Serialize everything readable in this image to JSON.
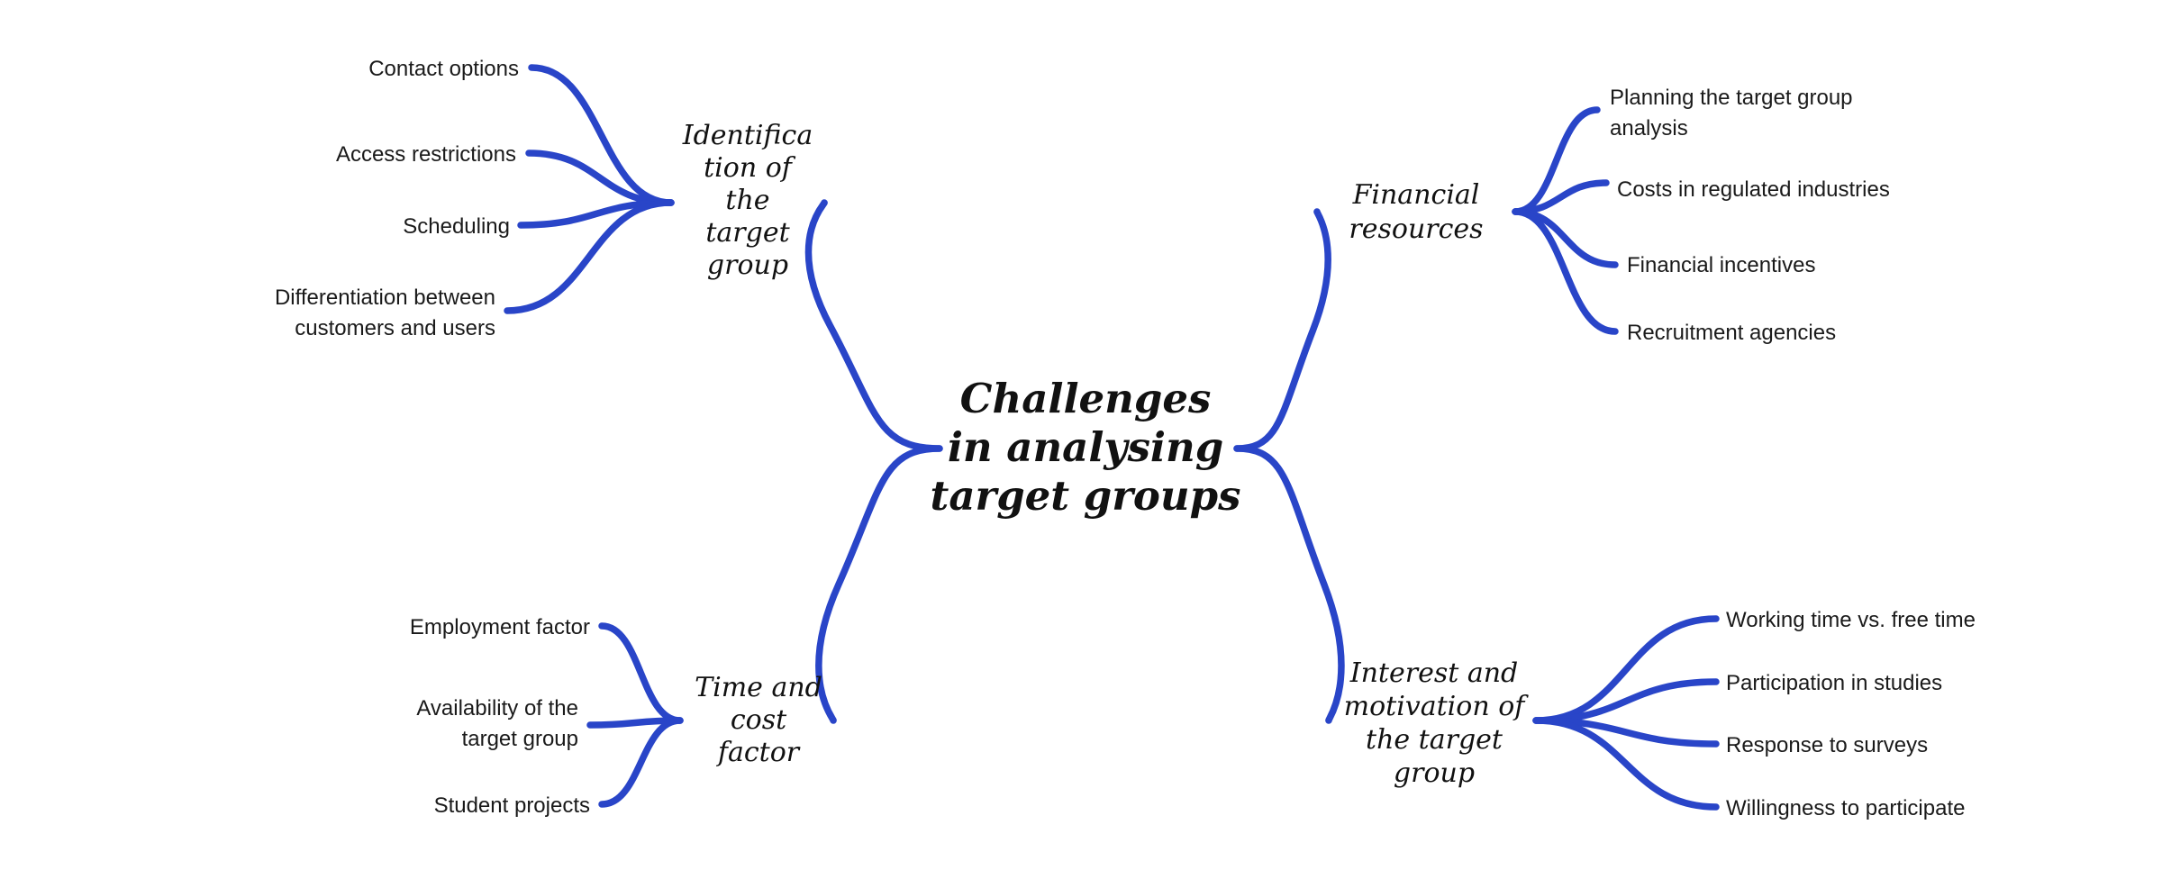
{
  "colors": {
    "line": "#2945c8",
    "text": "#111111",
    "background": "#ffffff"
  },
  "center": {
    "title_lines": [
      "Challenges",
      "in analysing",
      "target groups"
    ]
  },
  "branches": [
    {
      "id": "identification",
      "title_lines": [
        "Identifica",
        "tion of",
        "the",
        "target",
        "group"
      ],
      "leaves": [
        {
          "lines": [
            "Contact options"
          ]
        },
        {
          "lines": [
            "Access restrictions"
          ]
        },
        {
          "lines": [
            "Scheduling"
          ]
        },
        {
          "lines": [
            "Differentiation between",
            "customers and users"
          ]
        }
      ]
    },
    {
      "id": "time-cost",
      "title_lines": [
        "Time and",
        "cost",
        "factor"
      ],
      "leaves": [
        {
          "lines": [
            "Employment factor"
          ]
        },
        {
          "lines": [
            "Availability of the",
            "target group"
          ]
        },
        {
          "lines": [
            "Student projects"
          ]
        }
      ]
    },
    {
      "id": "financial",
      "title_lines": [
        "Financial",
        "resources"
      ],
      "leaves": [
        {
          "lines": [
            "Planning the target group",
            "analysis"
          ]
        },
        {
          "lines": [
            "Costs in regulated industries"
          ]
        },
        {
          "lines": [
            "Financial incentives"
          ]
        },
        {
          "lines": [
            "Recruitment agencies"
          ]
        }
      ]
    },
    {
      "id": "interest",
      "title_lines": [
        "Interest and",
        "motivation of",
        "the target",
        "group"
      ],
      "leaves": [
        {
          "lines": [
            "Working time vs. free time"
          ]
        },
        {
          "lines": [
            "Participation in studies"
          ]
        },
        {
          "lines": [
            "Response to surveys"
          ]
        },
        {
          "lines": [
            "Willingness to participate"
          ]
        }
      ]
    }
  ]
}
